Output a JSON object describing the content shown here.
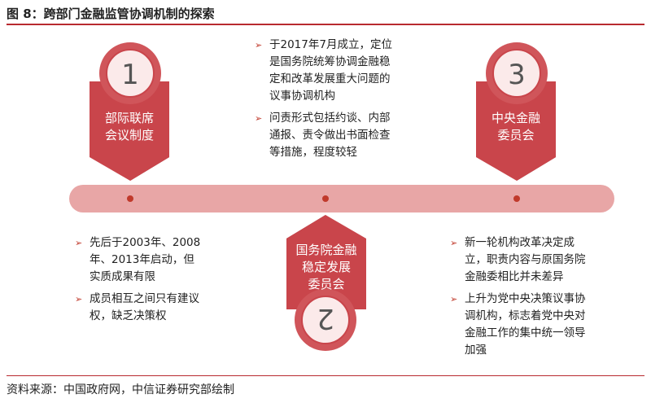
{
  "figure_title": "图 8：跨部门金融监管协调机制的探索",
  "source": "资料来源：中国政府网，中信证券研究部绘制",
  "colors": {
    "accent": "#b82a2f",
    "timeline": "#e8a6a6",
    "badge": "#c9454b",
    "badge_dark": "#8e2226"
  },
  "stages": [
    {
      "number": "1",
      "label_line1": "部际联席",
      "label_line2": "会议制度",
      "bullets": [
        "先后于2003年、2008年、2013年启动，但实质成果有限",
        "成员相互之间只有建议权，缺乏决策权"
      ]
    },
    {
      "number": "2",
      "label_line1": "国务院金融",
      "label_line2": "稳定发展",
      "label_line3": "委员会",
      "bullets": [
        "于2017年7月成立，定位是国务院统筹协调金融稳定和改革发展重大问题的议事协调机构",
        "问责形式包括约谈、内部通报、责令做出书面检查等措施，程度较轻"
      ]
    },
    {
      "number": "3",
      "label_line1": "中央金融",
      "label_line2": "委员会",
      "bullets": [
        "新一轮机构改革决定成立，职责内容与原国务院金融委相比并未差异",
        "上升为党中央决策议事协调机构，标志着党中央对金融工作的集中统一领导加强"
      ]
    }
  ]
}
